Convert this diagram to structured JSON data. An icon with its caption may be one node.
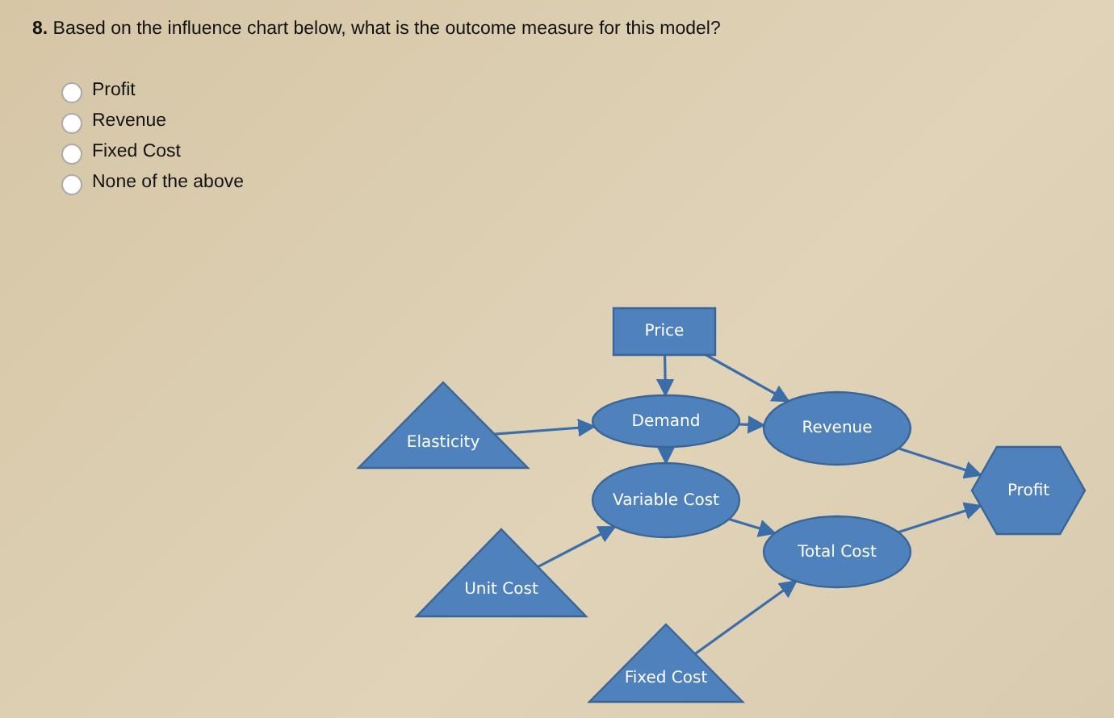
{
  "diagram": {
    "title": "8. Based on the influence chart below, what is the outcome measure for this model?",
    "nodes": [
      {
        "text": [
          "Price"
        ]
      },
      {
        "text": [
          "Demand"
        ]
      },
      {
        "text": [
          "Revenue"
        ]
      },
      {
        "text": [
          "Elasticity"
        ]
      },
      {
        "text": [
          "Profit"
        ]
      },
      {
        "text": [
          "Variable Cost"
        ]
      },
      {
        "text": [
          "Total Cost"
        ]
      },
      {
        "text": [
          "Unit Cost"
        ]
      },
      {
        "text": [
          "Fixed Cost"
        ]
      }
    ],
    "edges": [
      {
        "from": 0,
        "to": 1,
        "arrow": "to"
      },
      {
        "from": 0,
        "to": 2,
        "arrow": "to"
      },
      {
        "from": 3,
        "to": 1,
        "arrow": "to"
      },
      {
        "from": 1,
        "to": 2,
        "arrow": "to"
      },
      {
        "from": 1,
        "to": 5,
        "arrow": "to"
      },
      {
        "from": 2,
        "to": 4,
        "arrow": "to"
      },
      {
        "from": 7,
        "to": 5,
        "arrow": "to"
      },
      {
        "from": 5,
        "to": 6,
        "arrow": "to"
      },
      {
        "from": 6,
        "to": 4,
        "arrow": "to"
      },
      {
        "from": 8,
        "to": 6,
        "arrow": "to"
      }
    ],
    "labels": [
      "Profit",
      "Revenue",
      "Fixed Cost",
      "None of the above"
    ]
  }
}
